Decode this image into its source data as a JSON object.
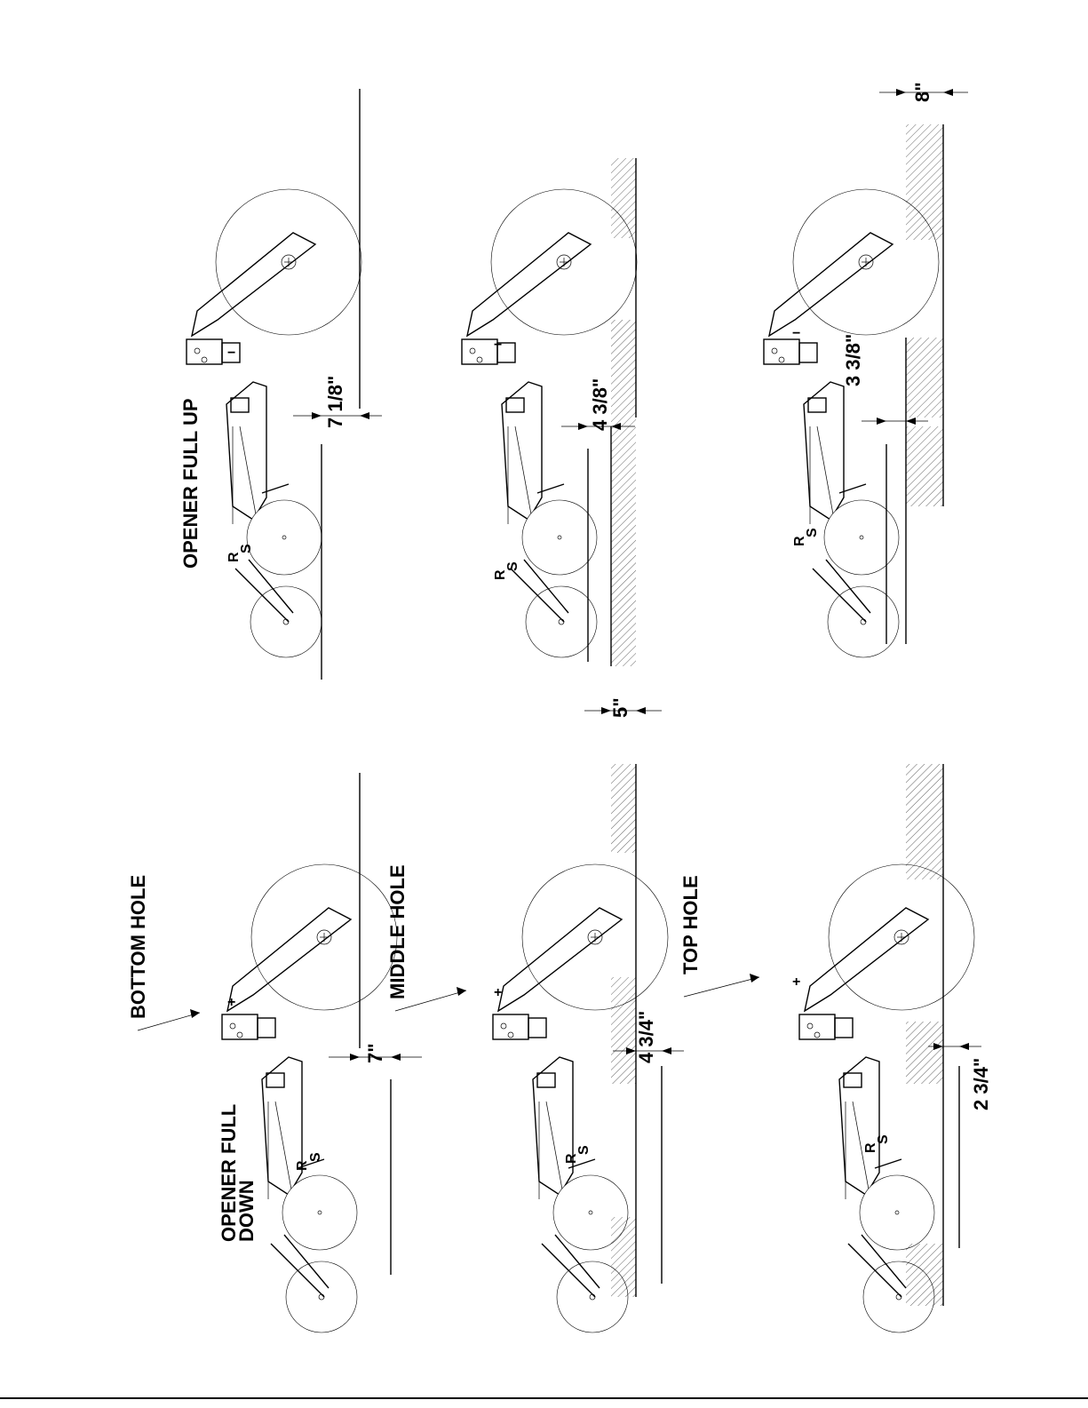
{
  "labels": {
    "opener_full_down": [
      "OPENER FULL",
      "DOWN"
    ],
    "opener_full_up": "OPENER FULL UP",
    "bottom_hole": "BOTTOM HOLE",
    "middle_hole": "MIDDLE HOLE",
    "top_hole": "TOP HOLE"
  },
  "dimensions": {
    "d_7": "7\"",
    "d_4_3_4": "4 3/4\"",
    "d_2_3_4": "2 3/4\"",
    "d_7_1_8": "7 1/8\"",
    "d_4_3_8": "4 3/8\"",
    "d_3_3_8": "3 3/8\"",
    "d_5": "5\"",
    "d_8": "8\""
  },
  "part_marks": {
    "r": "R",
    "s": "S",
    "plus": "+",
    "minus": "−"
  }
}
